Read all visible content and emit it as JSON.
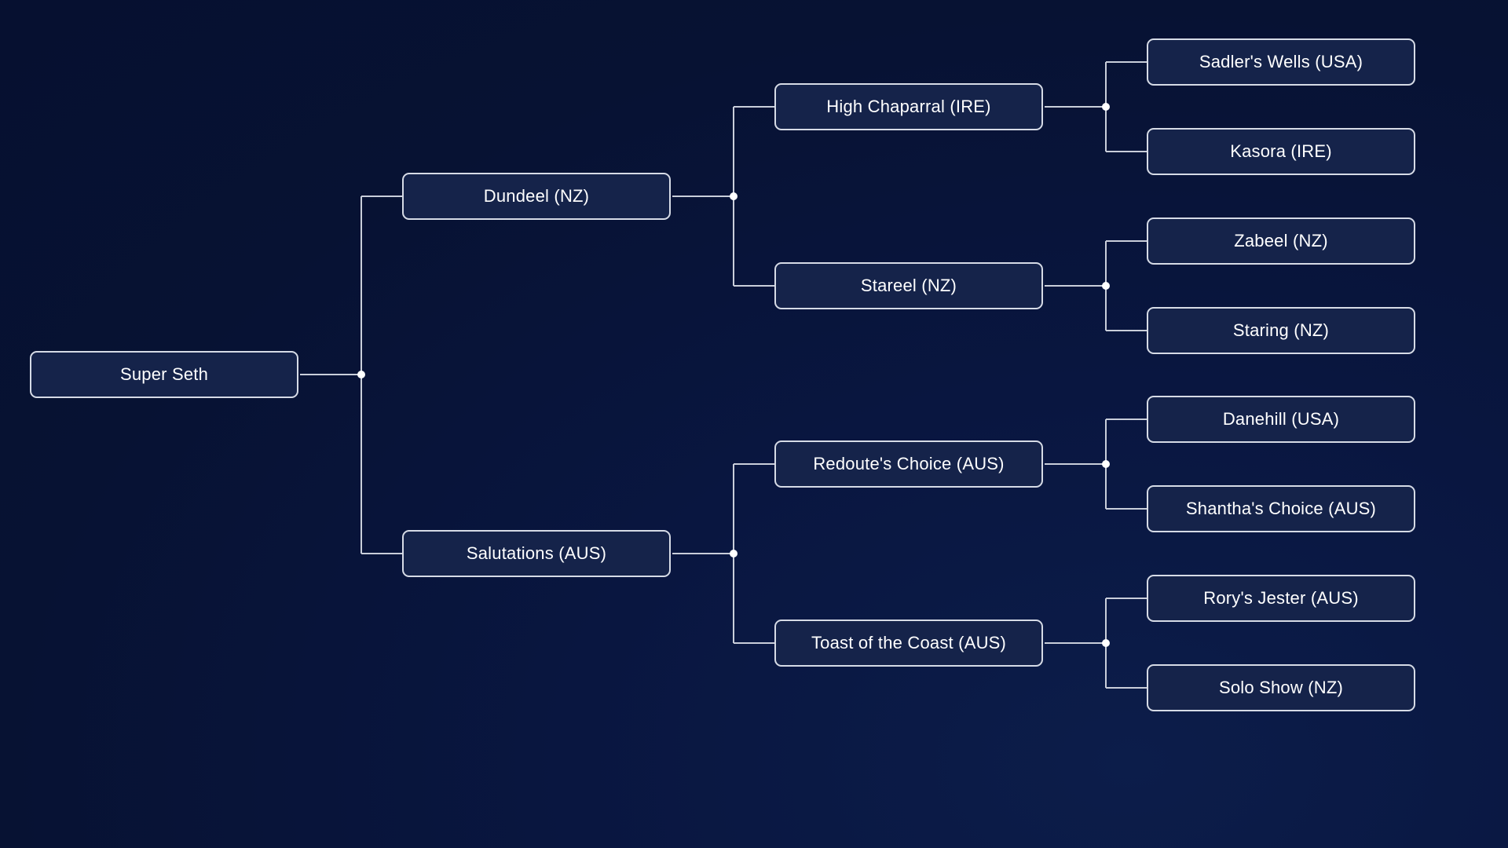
{
  "pedigree": {
    "subject": "Super Seth",
    "sire": "Dundeel (NZ)",
    "dam": "Salutations (AUS)",
    "sire_sire": "High Chaparral (IRE)",
    "sire_dam": "Stareel (NZ)",
    "dam_sire": "Redoute's Choice (AUS)",
    "dam_dam": "Toast of the Coast (AUS)",
    "g3": [
      "Sadler's Wells (USA)",
      "Kasora (IRE)",
      "Zabeel (NZ)",
      "Staring (NZ)",
      "Danehill (USA)",
      "Shantha's Choice (AUS)",
      "Rory's Jester (AUS)",
      "Solo Show (NZ)"
    ]
  },
  "colors": {
    "background": "#071233",
    "node_fill": "#15234a",
    "node_border": "#d6dbe6",
    "connector": "#c9ceda"
  }
}
